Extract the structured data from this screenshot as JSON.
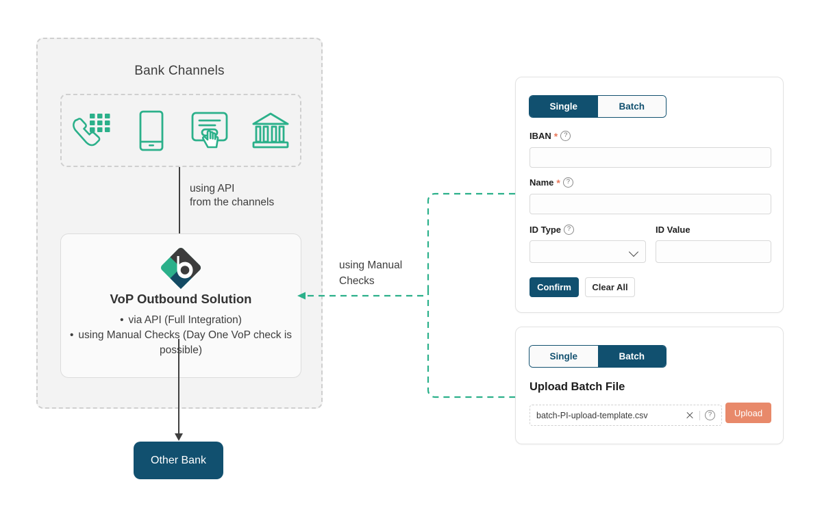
{
  "diagram": {
    "region_title": "Bank Channels",
    "channel_icons": [
      {
        "name": "phone-keypad-icon",
        "label": "Phone / Call Center"
      },
      {
        "name": "mobile-phone-icon",
        "label": "Mobile"
      },
      {
        "name": "online-banking-click-icon",
        "label": "Online Banking"
      },
      {
        "name": "bank-building-icon",
        "label": "Branch"
      }
    ],
    "api_arrow_label": "using API\nfrom the channels",
    "manual_arrow_label": "using Manual\nChecks",
    "vop": {
      "title": "VoP Outbound Solution",
      "bullets": [
        "via API (Full Integration)",
        "using Manual Checks (Day One VoP check is possible)"
      ]
    },
    "other_bank_label": "Other Bank"
  },
  "single_panel": {
    "tabs": [
      {
        "label": "Single",
        "active": true
      },
      {
        "label": "Batch",
        "active": false
      }
    ],
    "fields": {
      "iban": {
        "label": "IBAN",
        "required": "*",
        "help": "?",
        "value": "",
        "placeholder": ""
      },
      "name": {
        "label": "Name",
        "required": "*",
        "help": "?",
        "value": "",
        "placeholder": ""
      },
      "id_type": {
        "label": "ID Type",
        "help": "?",
        "value": "",
        "placeholder": ""
      },
      "id_value": {
        "label": "ID Value",
        "value": "",
        "placeholder": ""
      }
    },
    "buttons": {
      "confirm": "Confirm",
      "clear_all": "Clear All"
    }
  },
  "batch_panel": {
    "tabs": [
      {
        "label": "Single",
        "active": false
      },
      {
        "label": "Batch",
        "active": true
      }
    ],
    "title": "Upload Batch File",
    "file_name": "batch-PI-upload-template.csv",
    "help": "?",
    "upload_label": "Upload"
  },
  "colors": {
    "brand_navy": "#11506f",
    "brand_teal": "#2bb08a",
    "accent_coral": "#e8896a",
    "region_bg": "#f3f3f3",
    "dashed_gray": "#cfcfcf"
  }
}
